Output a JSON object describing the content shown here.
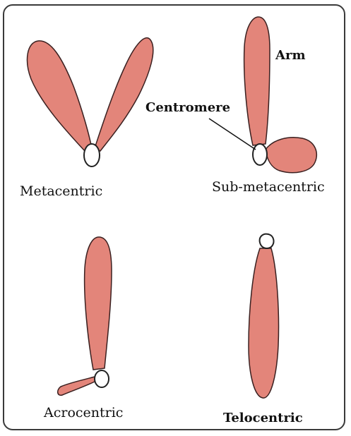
{
  "colors": {
    "arm_fill": "#e3857a",
    "arm_stroke": "#3a2020",
    "centromere_fill": "#ffffff",
    "border": "#3a3a3a"
  },
  "labels": {
    "metacentric": "Metacentric",
    "sub_metacentric": "Sub-metacentric",
    "acrocentric": "Acrocentric",
    "telocentric": "Telocentric",
    "arm": "Arm",
    "centromere": "Centromere"
  }
}
